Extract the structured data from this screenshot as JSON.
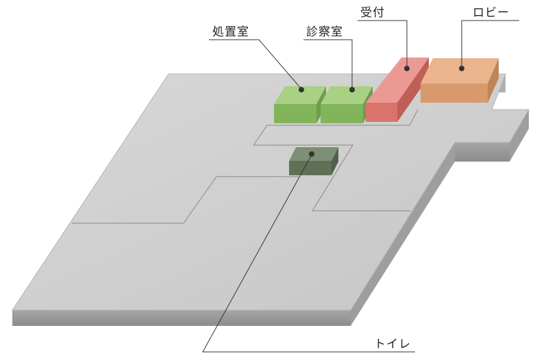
{
  "rooms": [
    {
      "id": "treatment",
      "label": "処置室",
      "color": "#8dc06a"
    },
    {
      "id": "exam",
      "label": "診察室",
      "color": "#8dc06a"
    },
    {
      "id": "reception",
      "label": "受付",
      "color": "#e2837c"
    },
    {
      "id": "lobby",
      "label": "ロビー",
      "color": "#e0aa80"
    },
    {
      "id": "toilet",
      "label": "トイレ",
      "color": "#66785e"
    }
  ],
  "floor": {
    "color": "#cfcfcf",
    "edge_color": "#9a9a9a"
  }
}
